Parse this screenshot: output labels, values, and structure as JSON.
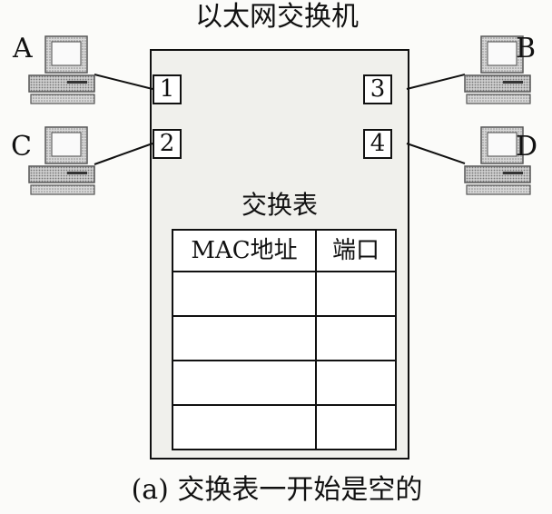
{
  "title": "以太网交换机",
  "caption": "(a) 交换表一开始是空的",
  "switch": {
    "ports": [
      {
        "label": "1"
      },
      {
        "label": "2"
      },
      {
        "label": "3"
      },
      {
        "label": "4"
      }
    ]
  },
  "hosts": [
    {
      "label": "A",
      "port": "1"
    },
    {
      "label": "C",
      "port": "2"
    },
    {
      "label": "B",
      "port": "3"
    },
    {
      "label": "D",
      "port": "4"
    }
  ],
  "switch_table": {
    "title": "交换表",
    "headers": [
      "MAC地址",
      "端口"
    ],
    "rows": [
      [
        "",
        ""
      ],
      [
        "",
        ""
      ],
      [
        "",
        ""
      ],
      [
        "",
        ""
      ]
    ]
  }
}
